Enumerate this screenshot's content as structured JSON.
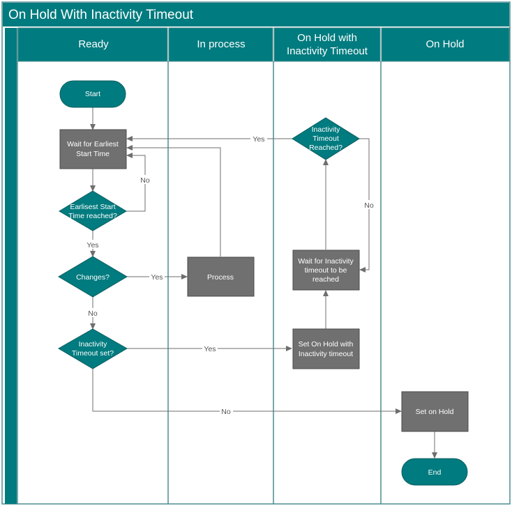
{
  "title": "On Hold With Inactivity Timeout",
  "colors": {
    "teal": "#007b7f",
    "border": "#4b8c8e",
    "process_fill": "#707070",
    "process_stroke": "#4a4a4a",
    "line": "#6e6e6e",
    "label": "#555555"
  },
  "lanes": [
    {
      "id": "ready",
      "label": [
        "Ready"
      ]
    },
    {
      "id": "in-process",
      "label": [
        "In process"
      ]
    },
    {
      "id": "on-hold-timeout",
      "label": [
        "On Hold with",
        "Inactivity Timeout"
      ]
    },
    {
      "id": "on-hold",
      "label": [
        "On Hold"
      ]
    }
  ],
  "nodes": [
    {
      "id": "start",
      "shape": "terminal",
      "lines": [
        "Start"
      ]
    },
    {
      "id": "wait-earliest",
      "shape": "process",
      "lines": [
        "Wait for Earliest",
        "Start Time"
      ]
    },
    {
      "id": "earliest-reached",
      "shape": "decision",
      "lines": [
        "Earlisest Start",
        "Time reached?"
      ]
    },
    {
      "id": "changes",
      "shape": "decision",
      "lines": [
        "Changes?"
      ]
    },
    {
      "id": "timeout-set",
      "shape": "decision",
      "lines": [
        "Inactivity",
        "Timeout set?"
      ]
    },
    {
      "id": "process",
      "shape": "process",
      "lines": [
        "Process"
      ]
    },
    {
      "id": "timeout-reached",
      "shape": "decision",
      "lines": [
        "Inactivity",
        "Timeout",
        "Reached?"
      ]
    },
    {
      "id": "wait-timeout",
      "shape": "process",
      "lines": [
        "Wait for Inactivity",
        "timeout to be",
        "reached"
      ]
    },
    {
      "id": "set-on-hold-timeout",
      "shape": "process",
      "lines": [
        "Set On Hold with",
        "Inactivity timeout"
      ]
    },
    {
      "id": "set-on-hold",
      "shape": "process",
      "lines": [
        "Set on Hold"
      ]
    },
    {
      "id": "end",
      "shape": "terminal",
      "lines": [
        "End"
      ]
    }
  ],
  "edges": [
    {
      "id": "start-to-wait",
      "label": ""
    },
    {
      "id": "wait-to-reached",
      "label": ""
    },
    {
      "id": "reached-no",
      "label": "No"
    },
    {
      "id": "reached-yes",
      "label": "Yes"
    },
    {
      "id": "changes-yes",
      "label": "Yes"
    },
    {
      "id": "changes-no",
      "label": "No"
    },
    {
      "id": "process-back",
      "label": ""
    },
    {
      "id": "timeout-set-yes",
      "label": "Yes"
    },
    {
      "id": "timeout-set-no",
      "label": "No"
    },
    {
      "id": "set-hold-timeout-to-wait",
      "label": ""
    },
    {
      "id": "wait-to-timeout-reached",
      "label": ""
    },
    {
      "id": "timeout-reached-no",
      "label": "No"
    },
    {
      "id": "timeout-reached-yes",
      "label": "Yes"
    },
    {
      "id": "set-hold-to-end",
      "label": ""
    }
  ]
}
